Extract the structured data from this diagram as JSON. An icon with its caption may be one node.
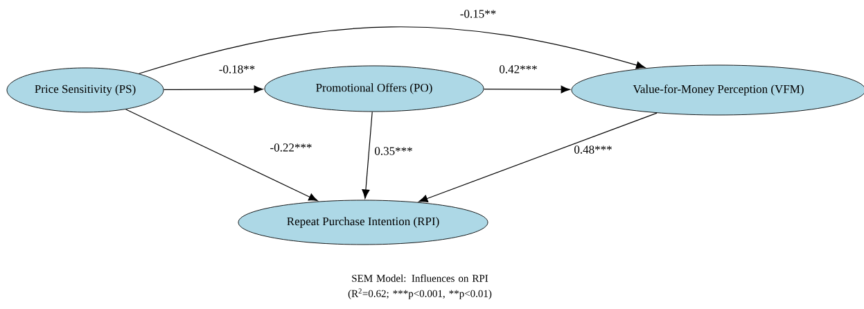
{
  "diagram": {
    "caption": "SEM Model: Influences on RPI (R$^{2}$=0.62; ***p<0.001, **p<0.01)",
    "nodes": [
      {
        "text": [
          "Price Sensitivity (PS)"
        ]
      },
      {
        "text": [
          "Promotional Offers (PO)"
        ]
      },
      {
        "text": [
          "Value-for-Money Perception (VFM)"
        ]
      },
      {
        "text": [
          "Repeat Purchase Intention (RPI)"
        ]
      }
    ],
    "edges": [
      {
        "from": 0,
        "to": 2,
        "arrow": "to",
        "label": "-0.15**"
      },
      {
        "from": 0,
        "to": 1,
        "arrow": "to",
        "label": "-0.18**"
      },
      {
        "from": 1,
        "to": 2,
        "arrow": "to",
        "label": "0.42***"
      },
      {
        "from": 0,
        "to": 3,
        "arrow": "to",
        "label": "-0.22***"
      },
      {
        "from": 1,
        "to": 3,
        "arrow": "to",
        "label": "0.35***"
      },
      {
        "from": 2,
        "to": 3,
        "arrow": "to",
        "label": "0.48***"
      }
    ]
  }
}
